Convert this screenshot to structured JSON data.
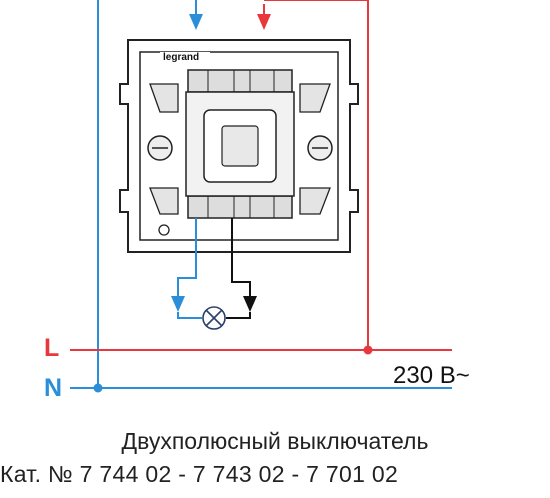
{
  "labels": {
    "phase": "L",
    "neutral": "N",
    "voltage": "230 В~",
    "brand": "legrand"
  },
  "caption": {
    "title": "Двухполюсный выключатель",
    "catalog": "Кат. №  7 744 02 - 7 743 02 - 7 701 02"
  },
  "colors": {
    "phase": "#e8383d",
    "neutral": "#2a8fd8",
    "load": "#111111"
  }
}
